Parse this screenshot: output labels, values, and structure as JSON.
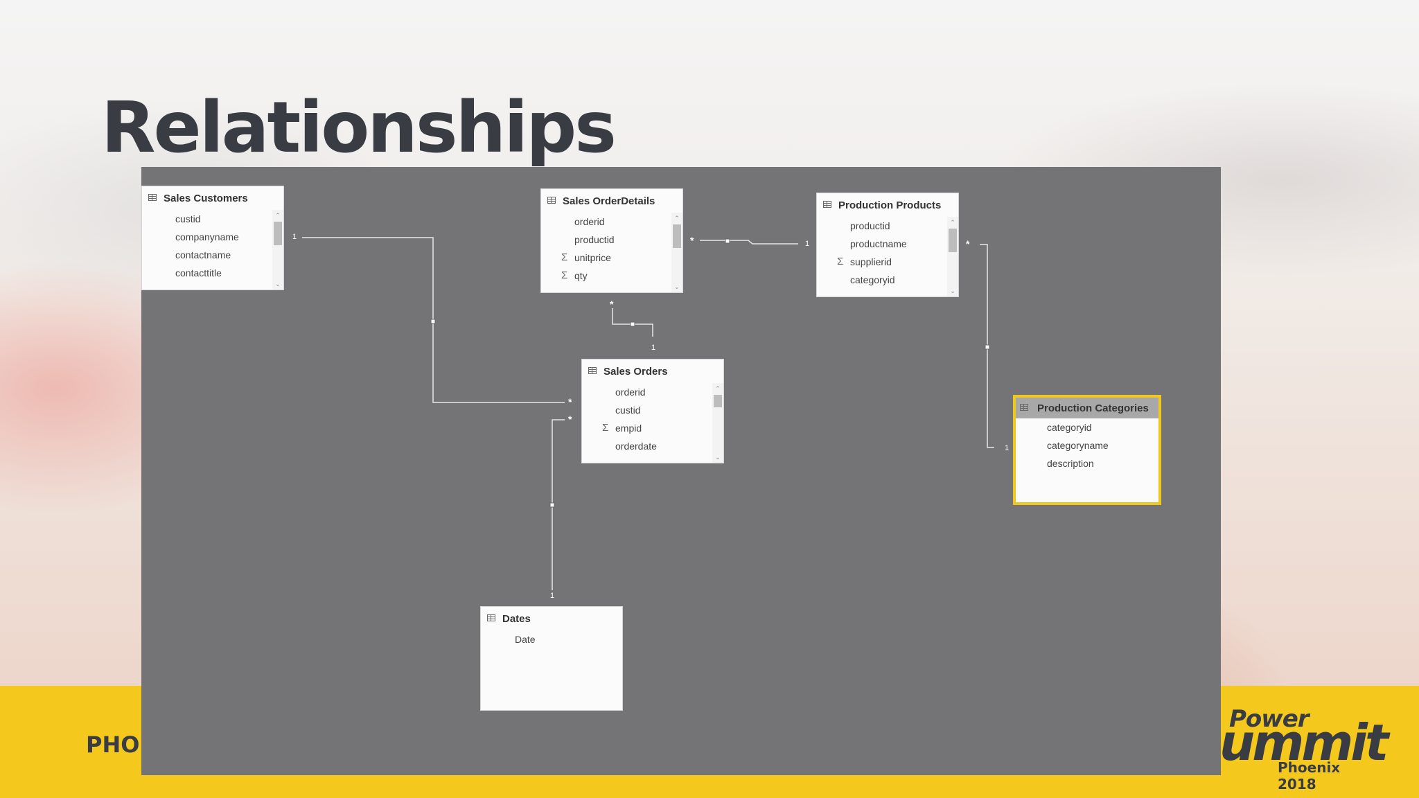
{
  "slide": {
    "title": "Relationships",
    "footer_left": "PHOE",
    "logo": {
      "line1": "Power",
      "line2": "ummit",
      "line3": "Phoenix 2018"
    }
  },
  "tables": {
    "sales_customers": {
      "name": "Sales Customers",
      "fields": [
        "custid",
        "companyname",
        "contactname",
        "contacttitle"
      ],
      "sigma": [
        false,
        false,
        false,
        false
      ]
    },
    "sales_orderdetails": {
      "name": "Sales OrderDetails",
      "fields": [
        "orderid",
        "productid",
        "unitprice",
        "qty"
      ],
      "sigma": [
        false,
        false,
        true,
        true
      ]
    },
    "production_products": {
      "name": "Production Products",
      "fields": [
        "productid",
        "productname",
        "supplierid",
        "categoryid"
      ],
      "sigma": [
        false,
        false,
        true,
        false
      ]
    },
    "sales_orders": {
      "name": "Sales Orders",
      "fields": [
        "orderid",
        "custid",
        "empid",
        "orderdate"
      ],
      "sigma": [
        false,
        false,
        true,
        false
      ]
    },
    "production_categories": {
      "name": "Production Categories",
      "fields": [
        "categoryid",
        "categoryname",
        "description"
      ],
      "sigma": [
        false,
        false,
        false
      ]
    },
    "dates": {
      "name": "Dates",
      "fields": [
        "Date"
      ],
      "sigma": [
        false
      ]
    }
  },
  "cardinality": {
    "one": "1",
    "many": "*"
  },
  "colors": {
    "canvas": "#747476",
    "footer": "#f4c81c",
    "selected_border": "#f0c620",
    "title": "#3a3c44"
  },
  "icons": {
    "table": "table-icon",
    "sigma": "sigma-icon",
    "scroll": "scrollbar"
  }
}
